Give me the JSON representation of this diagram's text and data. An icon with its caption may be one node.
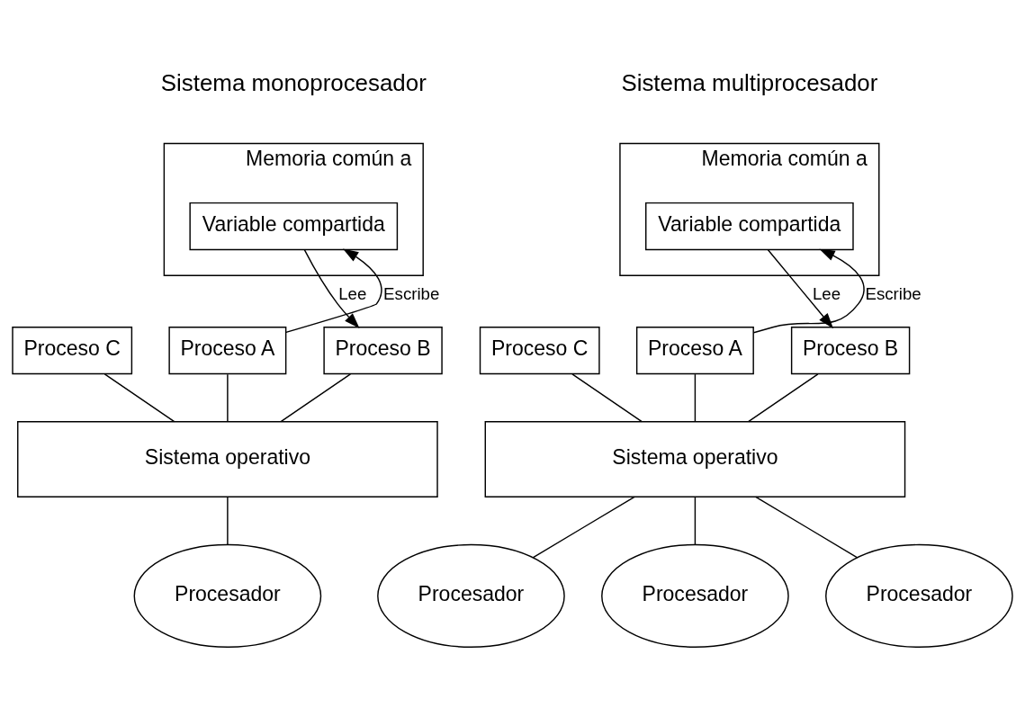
{
  "diagram": {
    "nodes": [
      {
        "text": [
          "Memoria común a"
        ]
      },
      {
        "text": [
          "Variable compartida"
        ],
        "in": 0
      },
      {
        "text": [
          "Proceso A"
        ]
      },
      {
        "text": [
          "Proceso B"
        ]
      },
      {
        "text": [
          "Proceso C"
        ]
      },
      {
        "text": [
          "Sistema operativo"
        ]
      },
      {
        "text": [
          "Procesador"
        ]
      },
      {
        "text": [
          "Memoria común a"
        ]
      },
      {
        "text": [
          "Variable compartida"
        ],
        "in": 7
      },
      {
        "text": [
          "Proceso A"
        ]
      },
      {
        "text": [
          "Proceso B"
        ]
      },
      {
        "text": [
          "Proceso C"
        ]
      },
      {
        "text": [
          "Sistema operativo"
        ]
      },
      {
        "text": [
          "Procesador"
        ]
      },
      {
        "text": [
          "Procesador"
        ]
      },
      {
        "text": [
          "Procesador"
        ]
      }
    ],
    "edges": [
      {
        "from": 2,
        "to": 1,
        "arrow": "to",
        "label": "Escribe"
      },
      {
        "from": 1,
        "to": 3,
        "arrow": "to",
        "label": "Lee"
      },
      {
        "from": 2,
        "to": 5,
        "arrow": "none"
      },
      {
        "from": 3,
        "to": 5,
        "arrow": "none"
      },
      {
        "from": 4,
        "to": 5,
        "arrow": "none"
      },
      {
        "from": 5,
        "to": 6,
        "arrow": "none"
      },
      {
        "from": 9,
        "to": 8,
        "arrow": "to",
        "label": "Escribe"
      },
      {
        "from": 8,
        "to": 10,
        "arrow": "to",
        "label": "Lee"
      },
      {
        "from": 9,
        "to": 12,
        "arrow": "none"
      },
      {
        "from": 10,
        "to": 12,
        "arrow": "none"
      },
      {
        "from": 11,
        "to": 12,
        "arrow": "none"
      },
      {
        "from": 12,
        "to": 14,
        "arrow": "none"
      },
      {
        "from": 12,
        "to": 13,
        "arrow": "none"
      },
      {
        "from": 12,
        "to": 15,
        "arrow": "none"
      }
    ],
    "labels": [
      "Sistema monoprocesador",
      "Sistema multiprocesador"
    ]
  }
}
